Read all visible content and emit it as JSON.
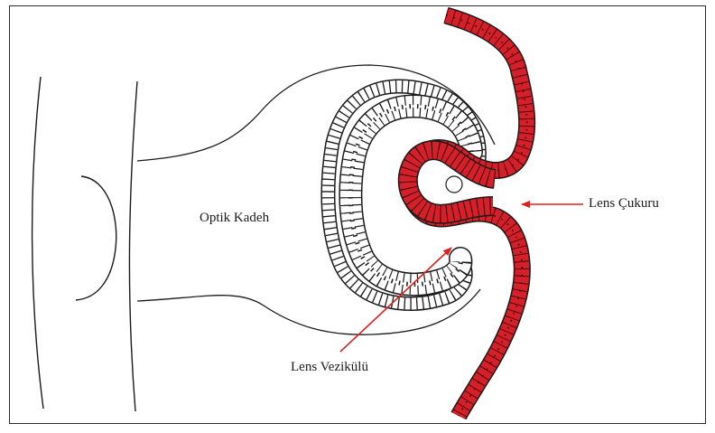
{
  "labels": {
    "optic_cup": "Optik Kadeh",
    "lens_pit": "Lens Çukuru",
    "lens_vesicle": "Lens Vezikülü"
  },
  "colors": {
    "ectoderm_fill": "#d4202a",
    "annotation_arrow": "#e02020",
    "line": "#1a1a1a",
    "background": "#ffffff"
  }
}
